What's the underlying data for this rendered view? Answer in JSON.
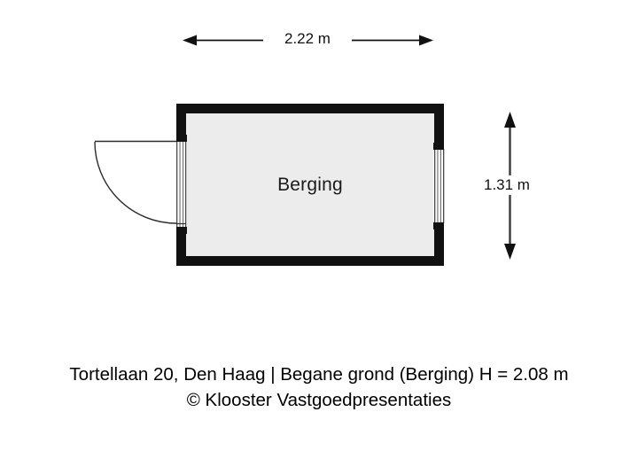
{
  "plan": {
    "room": {
      "label": "Berging",
      "fill_color": "#ececec",
      "wall_color": "#111111"
    },
    "dimensions": {
      "width_label": "2.22 m",
      "height_label": "1.31 m"
    },
    "openings": {
      "door_left": "door-with-swing-arc",
      "window_right": "window-opening"
    }
  },
  "caption": {
    "line1": "Tortellaan 20, Den Haag | Begane grond (Berging)  H = 2.08 m",
    "line2": "© Klooster Vastgoedpresentaties"
  },
  "icons": {
    "arrow_left": "arrow-left-icon",
    "arrow_right": "arrow-right-icon",
    "arrow_up": "arrow-up-icon",
    "arrow_down": "arrow-down-icon"
  }
}
